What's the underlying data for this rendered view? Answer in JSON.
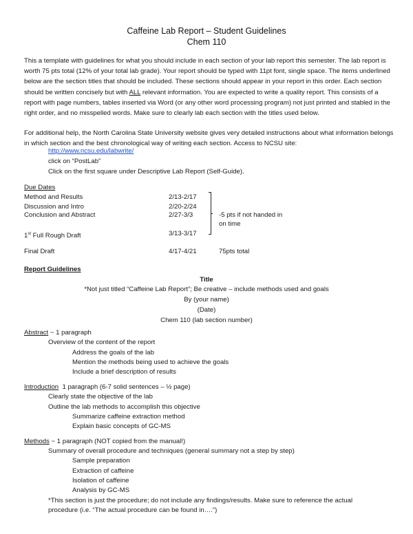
{
  "header": {
    "title": "Caffeine Lab Report – Student Guidelines",
    "subtitle": "Chem 110"
  },
  "intro": {
    "text_part1": "This a template with guidelines for what you should include in each section of your lab report this semester. The lab report is worth 75 pts total (12% of your total lab grade). Your report should be typed with 11pt font, single space. The items underlined below are the section titles that should be included. These sections should appear in your report in this order. Each section should be written concisely but with ",
    "emphasis": "ALL",
    "text_part2": " relevant information. You are expected to write a quality report. This consists of a report with page numbers, tables inserted via Word (or any other word processing program) not just printed and stabled in the right order, and no misspelled words. Make sure to clearly lab each section with the titles used below."
  },
  "help": {
    "text": "For additional help, the North Carolina State University website gives very detailed instructions about what information belongs in which section and the best chronological way of writing each section. Access to NCSU site:",
    "link": "http://www.ncsu.edu/labwrite/",
    "step1": "click on “PostLab”",
    "step2": "Click on the first square under Descriptive Lab Report (Self-Guide)."
  },
  "due_dates": {
    "heading": "Due Dates",
    "rows": [
      {
        "label": "Method and Results",
        "dates": "2/13-2/17"
      },
      {
        "label": "Discussion and Intro",
        "dates": "2/20-2/24"
      },
      {
        "label": "Conclusion and Abstract",
        "dates": "2/27-3/3"
      },
      {
        "label_main": "1",
        "label_sup": "st",
        "label_rest": " Full Rough Draft",
        "dates": "3/13-3/17"
      },
      {
        "label": "Final Draft",
        "dates": "4/17-4/21",
        "note": "75pts total"
      }
    ],
    "penalty_line1": "-5 pts if not handed in",
    "penalty_line2": "on time"
  },
  "guidelines": {
    "heading": "Report Guidelines",
    "title_block": {
      "heading": "Title",
      "line1": "*Not just titled “Caffeine Lab Report”; Be creative – include methods used and goals",
      "line2": "By (your name)",
      "line3": "(Date)",
      "line4": "Chem 110 (lab section number)"
    },
    "abstract": {
      "heading": "Abstract",
      "suffix": " ~ 1 paragraph",
      "item1": "Overview of the content of the report",
      "sub": [
        "Address the goals of the lab",
        "Mention the methods being used to achieve the goals",
        "Include a brief description of results"
      ]
    },
    "introduction": {
      "heading": "Introduction",
      "suffix": "  1 paragraph (6-7 solid sentences – ½ page)",
      "item1": "Clearly state the objective of the lab",
      "item2": "Outline the lab methods to accomplish this objective",
      "sub": [
        "Summarize caffeine extraction method",
        "Explain basic concepts of GC-MS"
      ]
    },
    "methods": {
      "heading": "Methods",
      "suffix": " ~ 1 paragraph (NOT copied from the manual!)",
      "item1": "Summary of overall procedure and techniques (general summary not a step by step)",
      "sub": [
        "Sample preparation",
        "Extraction of caffeine",
        "Isolation of caffeine",
        "Analysis by GC-MS"
      ],
      "note_line1": "*This section is just the procedure; do not include any findings/results. Make sure to reference the actual",
      "note_line2": "procedure (i.e. “The actual procedure can be found in….”)"
    }
  }
}
